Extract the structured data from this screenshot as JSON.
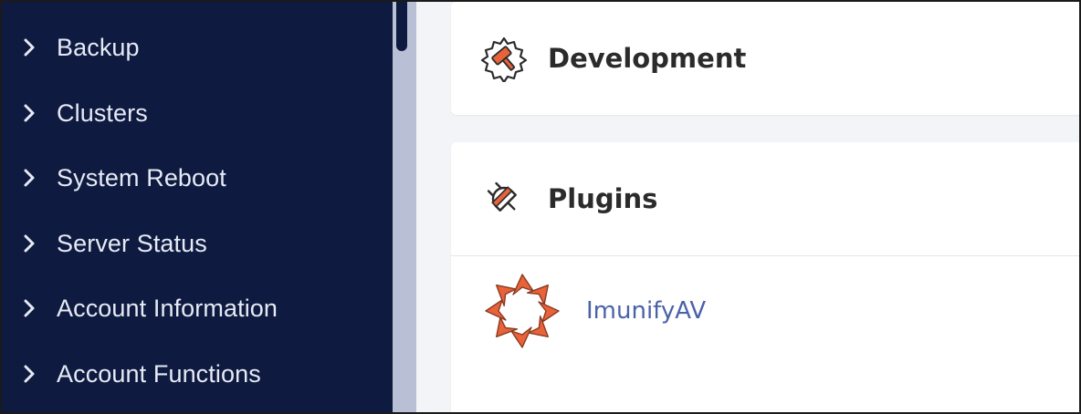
{
  "sidebar": {
    "items": [
      {
        "label": "Backup"
      },
      {
        "label": "Clusters"
      },
      {
        "label": "System Reboot"
      },
      {
        "label": "Server Status"
      },
      {
        "label": "Account Information"
      },
      {
        "label": "Account Functions"
      }
    ]
  },
  "sections": {
    "development": {
      "title": "Development",
      "icon": "hammer-gear-icon"
    },
    "plugins": {
      "title": "Plugins",
      "icon": "plug-icon",
      "items": [
        {
          "label": "ImunifyAV",
          "icon": "imunifyav-logo-icon"
        }
      ]
    }
  },
  "colors": {
    "sidebar_bg": "#0e1a3f",
    "sidebar_text": "#e6eaf5",
    "accent_orange": "#e8623a",
    "link": "#4a63a8"
  }
}
